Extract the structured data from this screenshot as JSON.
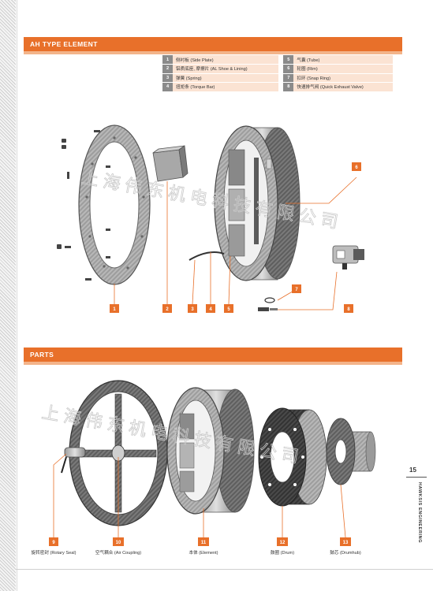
{
  "sections": {
    "element_title": "AH TYPE ELEMENT",
    "parts_title": "PARTS"
  },
  "legend": [
    {
      "n": "1",
      "label": "侧衬板 (Side Plate)"
    },
    {
      "n": "2",
      "label": "铝质底座, 摩擦片 (AL Shoe & Lining)"
    },
    {
      "n": "3",
      "label": "弹簧 (Spring)"
    },
    {
      "n": "4",
      "label": "扭矩条 (Torque Bar)"
    },
    {
      "n": "5",
      "label": "气囊 (Tube)"
    },
    {
      "n": "6",
      "label": "轮圈 (Rim)"
    },
    {
      "n": "7",
      "label": "扣环 (Snap Ring)"
    },
    {
      "n": "8",
      "label": "快速排气阀 (Quick Exhaust Valve)"
    }
  ],
  "element_callouts": [
    "1",
    "2",
    "3",
    "4",
    "5",
    "6",
    "7",
    "8"
  ],
  "parts": [
    {
      "n": "9",
      "label": "旋转密封 (Rotary Seal)"
    },
    {
      "n": "10",
      "label": "空气耦合 (Air Coupling)"
    },
    {
      "n": "11",
      "label": "本体 (Element)"
    },
    {
      "n": "12",
      "label": "鼓圈 (Drum)"
    },
    {
      "n": "13",
      "label": "鼓芯 (Drumhub)"
    }
  ],
  "watermark": "上海伟东机电科技有限公司",
  "page_number": "15",
  "brand": "HAWKSIS ENGINEERING",
  "colors": {
    "accent": "#e8702a",
    "legend_bg": "#fbe3d3",
    "number_bg": "#8b8b8b"
  }
}
